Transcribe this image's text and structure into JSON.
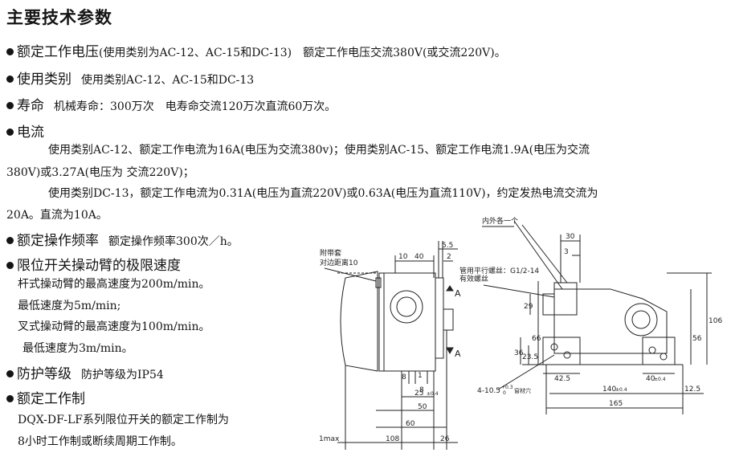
{
  "title": "主要技术参数",
  "items": [
    {
      "heading": "额定工作电压",
      "text": "(使用类别为AC-12、AC-15和DC-13)　额定工作电压交流380V(或交流220V)。"
    },
    {
      "heading": "使用类别",
      "text": "使用类别AC-12、AC-15和DC-13"
    },
    {
      "heading": "寿命",
      "text": "机械寿命：300万次　电寿命交流120万次直流60万次。"
    },
    {
      "heading": "电流",
      "text": ""
    },
    {
      "heading": "额定操作频率",
      "text": "额定操作频率300次／h。"
    },
    {
      "heading": "限位开关操动臂的极限速度",
      "text": ""
    },
    {
      "heading": "防护等级",
      "text": "防护等级为IP54"
    },
    {
      "heading": "额定工作制",
      "text": ""
    }
  ],
  "current_para": [
    "使用类别AC-12、额定工作电流为16A(电压为交流380v)；使用类别AC-15、额定工作电流1.9A(电压为交流",
    "380V)或3.27A(电压为 交流220V)；",
    "使用类别DC-13，额定工作电流为0.31A(电压为直流220V)或0.63A(电压为直流110V)，约定发热电流交流为",
    "20A。直流为10A。"
  ],
  "speed_lines": [
    "杆式操动臂的最高速度为200m/min。",
    "最低速度为5m/min;",
    "叉式操动臂的最高速度为100m/min。",
    "最低速度为3m/min。"
  ],
  "duty_lines": [
    "DQX-DF-LF系列限位开关的额定工作制为",
    "8小时工作制或断续周期工作制。"
  ],
  "drawing": {
    "labels": {
      "left_note": [
        "附带套",
        "对边距离10"
      ],
      "right_top_note": "内外各一个",
      "pipe_note": [
        "管用平行螺丝：G1/2-14",
        "有效螺丝"
      ],
      "hole_note": "4-10.5",
      "hole_tol": "+0.3",
      "hole_tol2": "0",
      "hole_note2": "窗材穴",
      "section": "A",
      "max_label": "1max"
    },
    "left_dims": [
      "5.5",
      "10",
      "40",
      "2",
      "1",
      "8",
      "8",
      "25",
      "±0.4",
      "50",
      "60",
      "108",
      "26"
    ],
    "right_dims": [
      "30",
      "3",
      "29",
      "66",
      "36",
      "23.5",
      "56",
      "106",
      "42.5",
      "40",
      "±0.4",
      "140",
      "±0.4",
      "12.5",
      "165"
    ]
  }
}
